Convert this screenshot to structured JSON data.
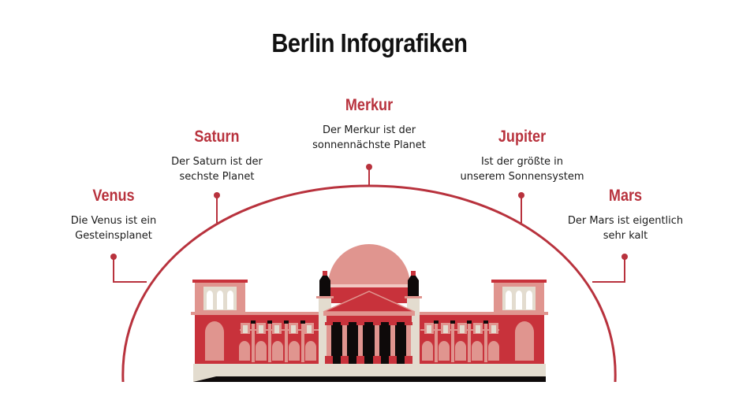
{
  "title": "Berlin Infografiken",
  "colors": {
    "accent": "#b8323d",
    "building_red": "#c8323b",
    "building_pink": "#e0958f",
    "building_cream": "#e3dccf",
    "building_black": "#0e0a0a",
    "text": "#1a1a1a"
  },
  "items": [
    {
      "id": "venus",
      "heading": "Venus",
      "desc": "Die Venus ist ein\nGesteinsplanet"
    },
    {
      "id": "saturn",
      "heading": "Saturn",
      "desc": "Der Saturn ist der\nsechste Planet"
    },
    {
      "id": "merkur",
      "heading": "Merkur",
      "desc": "Der Merkur ist der\nsonnennächste Planet"
    },
    {
      "id": "jupiter",
      "heading": "Jupiter",
      "desc": "Ist der größte in\nunserem Sonnensystem"
    },
    {
      "id": "mars",
      "heading": "Mars",
      "desc": "Der Mars ist eigentlich\nsehr kalt"
    }
  ],
  "illustration": {
    "subject": "reichstag-building",
    "arc": "semicircle-dome-outline"
  }
}
